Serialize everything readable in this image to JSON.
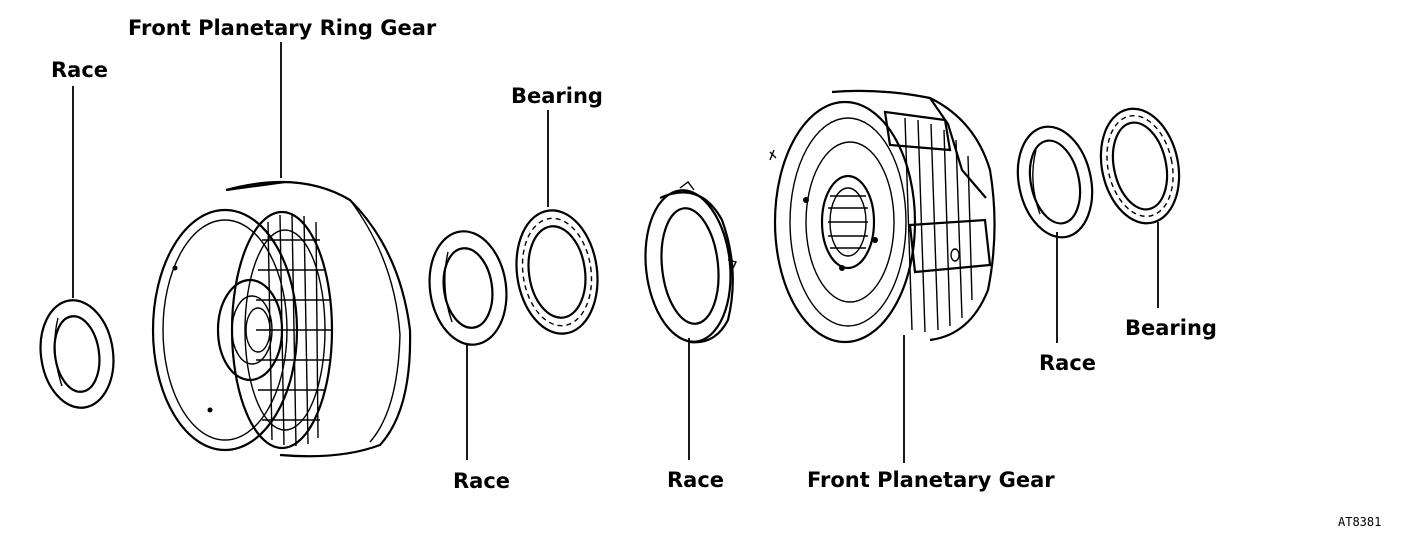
{
  "labels": {
    "race_left": "Race",
    "ring_gear": "Front Planetary Ring Gear",
    "bearing_top": "Bearing",
    "race_mid1": "Race",
    "race_mid2": "Race",
    "planetary_gear": "Front Planetary Gear",
    "race_right": "Race",
    "bearing_right": "Bearing"
  },
  "figure_id": "AT8381"
}
